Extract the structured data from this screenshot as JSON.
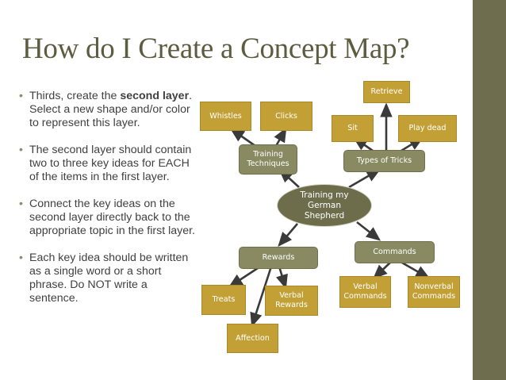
{
  "slide": {
    "title": "How do I Create a Concept Map?",
    "bullets": [
      {
        "parts": [
          {
            "text": "Thirds, create the ",
            "bold": false
          },
          {
            "text": "second layer",
            "bold": true
          },
          {
            "text": ".  Select a new shape and/or color to represent this layer.",
            "bold": false
          }
        ]
      },
      {
        "parts": [
          {
            "text": "The second layer should contain two to three key ideas for EACH of the items in the first layer.",
            "bold": false
          }
        ]
      },
      {
        "parts": [
          {
            "text": "Connect the key ideas on the second layer directly back to the appropriate topic in the first layer.",
            "bold": false
          }
        ]
      },
      {
        "parts": [
          {
            "text": "Each key idea should be written as a single word or a short phrase.  Do NOT write a sentence.",
            "bold": false
          }
        ]
      }
    ]
  },
  "concept_map": {
    "center": {
      "label": "Training my\nGerman\nShepherd"
    },
    "first_layer": [
      {
        "id": "training-techniques",
        "label": "Training\nTechniques"
      },
      {
        "id": "types-of-tricks",
        "label": "Types of Tricks"
      },
      {
        "id": "rewards",
        "label": "Rewards"
      },
      {
        "id": "commands",
        "label": "Commands"
      }
    ],
    "second_layer": [
      {
        "id": "whistles",
        "label": "Whistles",
        "parent": "training-techniques"
      },
      {
        "id": "clicks",
        "label": "Clicks",
        "parent": "training-techniques"
      },
      {
        "id": "retrieve",
        "label": "Retrieve",
        "parent": "types-of-tricks"
      },
      {
        "id": "sit",
        "label": "Sit",
        "parent": "types-of-tricks"
      },
      {
        "id": "play-dead",
        "label": "Play dead",
        "parent": "types-of-tricks"
      },
      {
        "id": "treats",
        "label": "Treats",
        "parent": "rewards"
      },
      {
        "id": "verbal-rewards",
        "label": "Verbal\nRewards",
        "parent": "rewards"
      },
      {
        "id": "affection",
        "label": "Affection",
        "parent": "rewards"
      },
      {
        "id": "verbal-commands",
        "label": "Verbal\nCommands",
        "parent": "commands"
      },
      {
        "id": "nonverbal-commands",
        "label": "Nonverbal\nCommands",
        "parent": "commands"
      }
    ]
  },
  "colors": {
    "title": "#5c5c40",
    "side_bar": "#6e6e4e",
    "center_node": "#6d6d4c",
    "first_layer_node": "#8a8a62",
    "second_layer_node": "#c2a035",
    "connector": "#3a3a3a"
  }
}
